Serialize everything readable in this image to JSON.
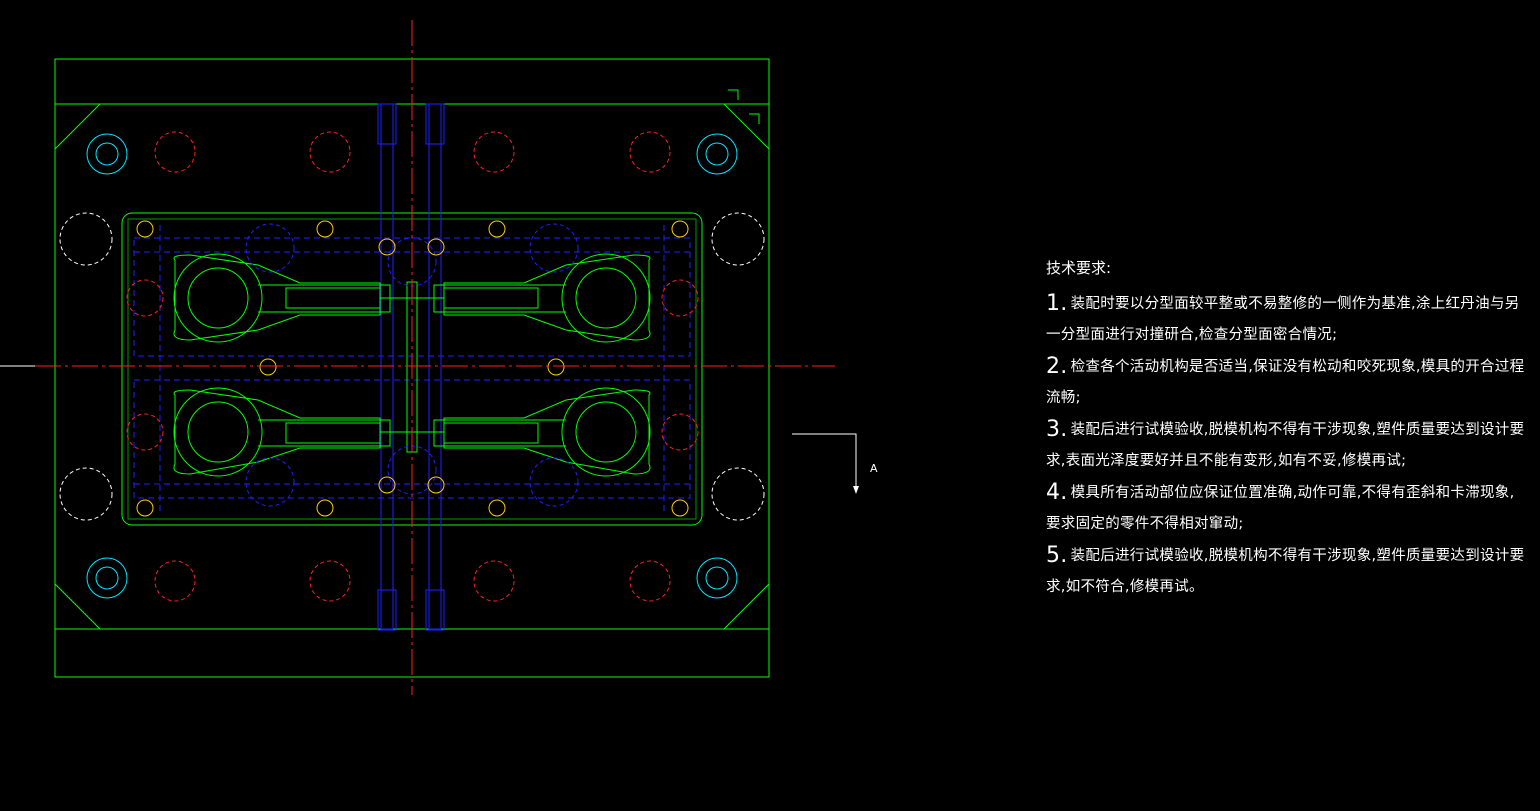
{
  "drawing": {
    "section_label": "A"
  },
  "colors": {
    "background": "#000000",
    "plate_outline": "#00ff00",
    "centerline": "#ff2020",
    "ejector": "#2020ff",
    "guide": "#00e5ff",
    "text": "#ffffff"
  },
  "technical_requirements": {
    "title": "技术要求:",
    "items": [
      {
        "num": "1.",
        "text": "装配时要以分型面较平整或不易整修的一侧作为基准,涂上红丹油与另一分型面进行对撞研合,检查分型面密合情况;"
      },
      {
        "num": "2.",
        "text": "检查各个活动机构是否适当,保证没有松动和咬死现象,模具的开合过程流畅;"
      },
      {
        "num": "3.",
        "text": "装配后进行试模验收,脱模机构不得有干涉现象,塑件质量要达到设计要求,表面光泽度要好并且不能有变形,如有不妥,修模再试;"
      },
      {
        "num": "4.",
        "text": "模具所有活动部位应保证位置准确,动作可靠,不得有歪斜和卡滞现象,要求固定的零件不得相对窜动;"
      },
      {
        "num": "5.",
        "text": "装配后进行试模验收,脱模机构不得有干涉现象,塑件质量要达到设计要求,如不符合,修模再试。"
      }
    ]
  }
}
